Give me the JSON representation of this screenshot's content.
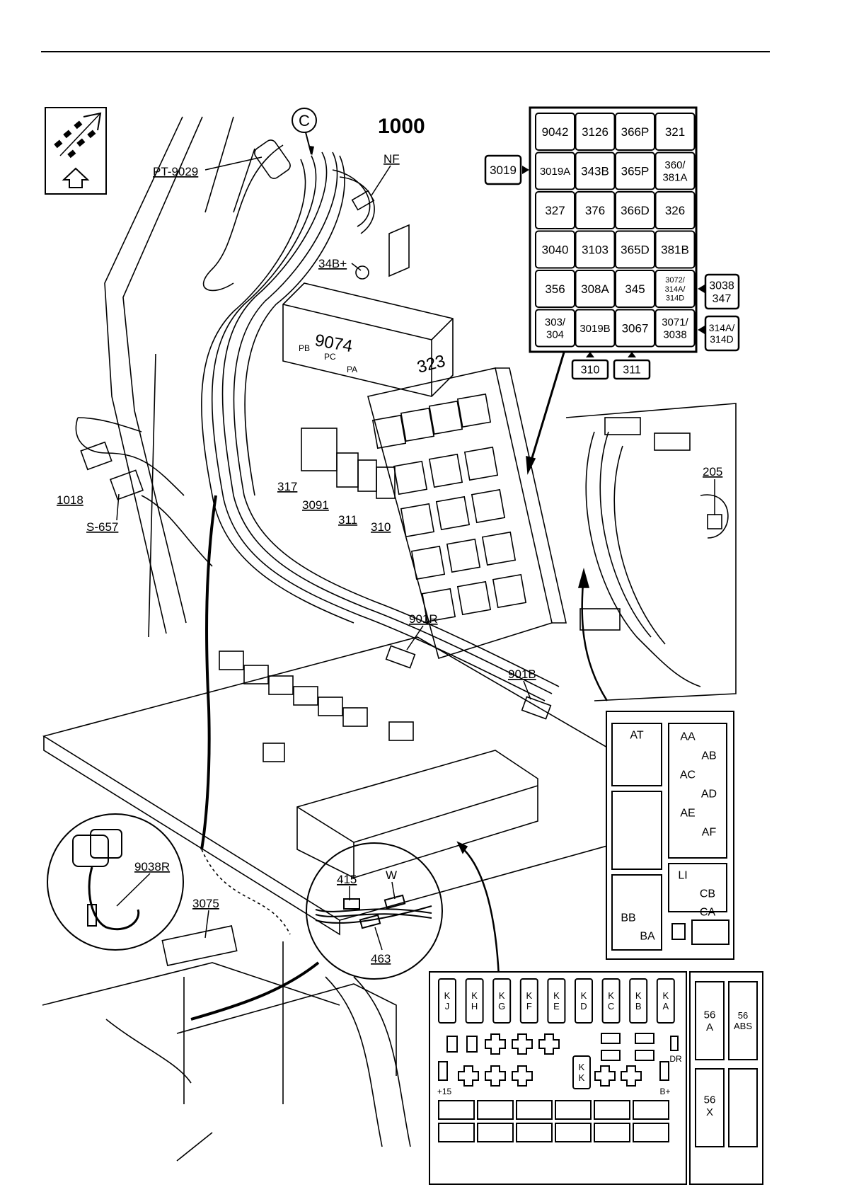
{
  "diagram_title": "1000",
  "callout_circle": "C",
  "labels": {
    "pt9029": "PT-9029",
    "nf": "NF",
    "b34": "34B+",
    "r9074": "9074",
    "pb": "PB",
    "pc": "PC",
    "pa": "PA",
    "r323": "323",
    "r317": "317",
    "r3091": "3091",
    "r311": "311",
    "r310": "310",
    "r1018": "1018",
    "s657": "S-657",
    "r205": "205",
    "r901r": "901R",
    "r901b": "901B",
    "r9038r": "9038R",
    "r3075": "3075",
    "r415": "415",
    "w": "W",
    "r463": "463"
  },
  "relay_grid": {
    "rows": [
      [
        "9042",
        "3126",
        "366P",
        "321"
      ],
      [
        "3019A",
        "343B",
        "365P",
        "360/|381A"
      ],
      [
        "327",
        "376",
        "366D",
        "326"
      ],
      [
        "3040",
        "3103",
        "365D",
        "381B"
      ],
      [
        "356",
        "308A",
        "345",
        "3072/|314A/|314D"
      ],
      [
        "303/|304",
        "3019B",
        "3067",
        "3071/|3038"
      ]
    ],
    "side_left": "3019",
    "side_right_top": "3038|347",
    "side_right_bottom": "314A/|314D",
    "bottom_boxes": [
      "310",
      "311"
    ]
  },
  "fuse_panel": {
    "left_top": "AT",
    "right_labels": [
      "AA",
      "AB",
      "AC",
      "AD",
      "AE",
      "AF"
    ],
    "li_group": [
      "LI",
      "CB",
      "CA"
    ],
    "left_bottom": [
      "BB",
      "BA"
    ]
  },
  "bottom_panel": {
    "relays": [
      "K|J",
      "K|H",
      "K|G",
      "K|F",
      "K|E",
      "K|D",
      "K|C",
      "K|B",
      "K|A"
    ],
    "kk": "K|K",
    "dr": "DR",
    "plus15": "+15",
    "bplus": "B+",
    "big_fuses": [
      "56|A",
      "56|ABS",
      "56|X"
    ]
  }
}
